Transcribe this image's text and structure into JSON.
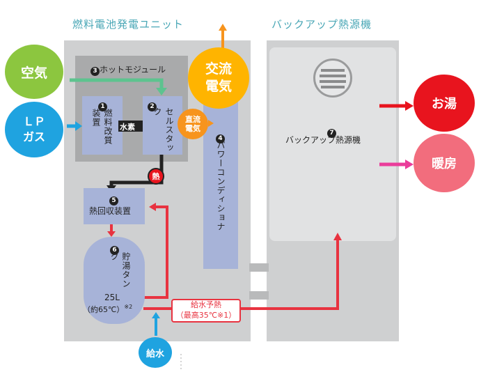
{
  "titles": {
    "fuel_cell_unit": "燃料電池発電ユニット",
    "backup_unit": "バックアップ熱源機"
  },
  "inputs": {
    "air": "空気",
    "lp_gas_line1": "ＬＰ",
    "lp_gas_line2": "ガス",
    "water_supply": "給水"
  },
  "outputs": {
    "ac_power_line1": "交流",
    "ac_power_line2": "電気",
    "hot_water": "お湯",
    "heating": "暖房"
  },
  "components": {
    "hot_module": {
      "num": "3",
      "label": "ホットモジュール"
    },
    "reformer": {
      "num": "1",
      "label": "燃料改質装置"
    },
    "hydrogen": "水素",
    "cell_stack": {
      "num": "2",
      "label": "セルスタック"
    },
    "dc_power": {
      "line1": "直流",
      "line2": "電気"
    },
    "power_conditioner": {
      "num": "4",
      "label": "パワーコンディショナ"
    },
    "heat_badge": "熱",
    "heat_recovery": {
      "num": "5",
      "label": "熱回収装置"
    },
    "storage_tank": {
      "num": "6",
      "label": "貯湯タンク",
      "capacity": "25L",
      "temp": "（約65℃）",
      "note": "※2"
    },
    "backup_heater": {
      "num": "7",
      "label": "バックアップ熱源機"
    }
  },
  "preheat": {
    "line1": "給水予熱",
    "line2": "（最高35℃※1）"
  },
  "colors": {
    "air": "#8cc63f",
    "lp_gas": "#1fa3e0",
    "ac_power": "#ffb400",
    "dc_power": "#f7941d",
    "hot_water": "#e8141e",
    "heating": "#f26d7d",
    "hot_pipe": "#e83340",
    "heating_pipe": "#ea3d9b",
    "air_arrow": "#5dc38f",
    "unit_bg": "#cfd0d1",
    "inner_bg": "#a9aaab",
    "component": "#a7b3d8"
  }
}
